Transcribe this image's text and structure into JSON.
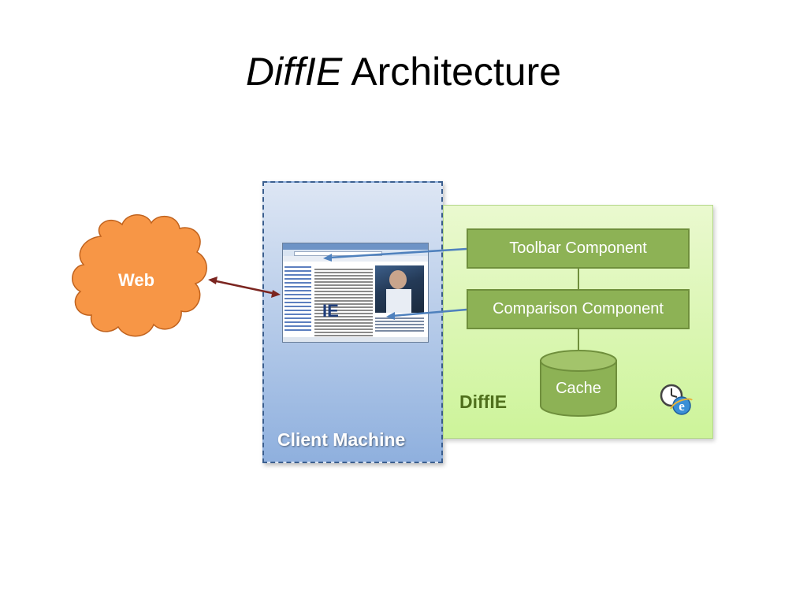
{
  "title": {
    "italic": "DiffIE",
    "rest": " Architecture"
  },
  "nodes": {
    "web": "Web",
    "client_machine": "Client Machine",
    "ie": "IE",
    "diffie": "DiffIE",
    "toolbar_component": "Toolbar Component",
    "comparison_component": "Comparison Component",
    "cache": "Cache"
  },
  "colors": {
    "web_cloud": "#f79646",
    "client_box": "#8fb0de",
    "diffie_box": "#d7f5ae",
    "component": "#8db255",
    "arrow_web": "#7b2520",
    "arrow_component": "#4f81bd"
  },
  "icons": [
    "cloud-icon",
    "browser-screenshot",
    "database-cylinder-icon",
    "clock-ie-icon"
  ]
}
